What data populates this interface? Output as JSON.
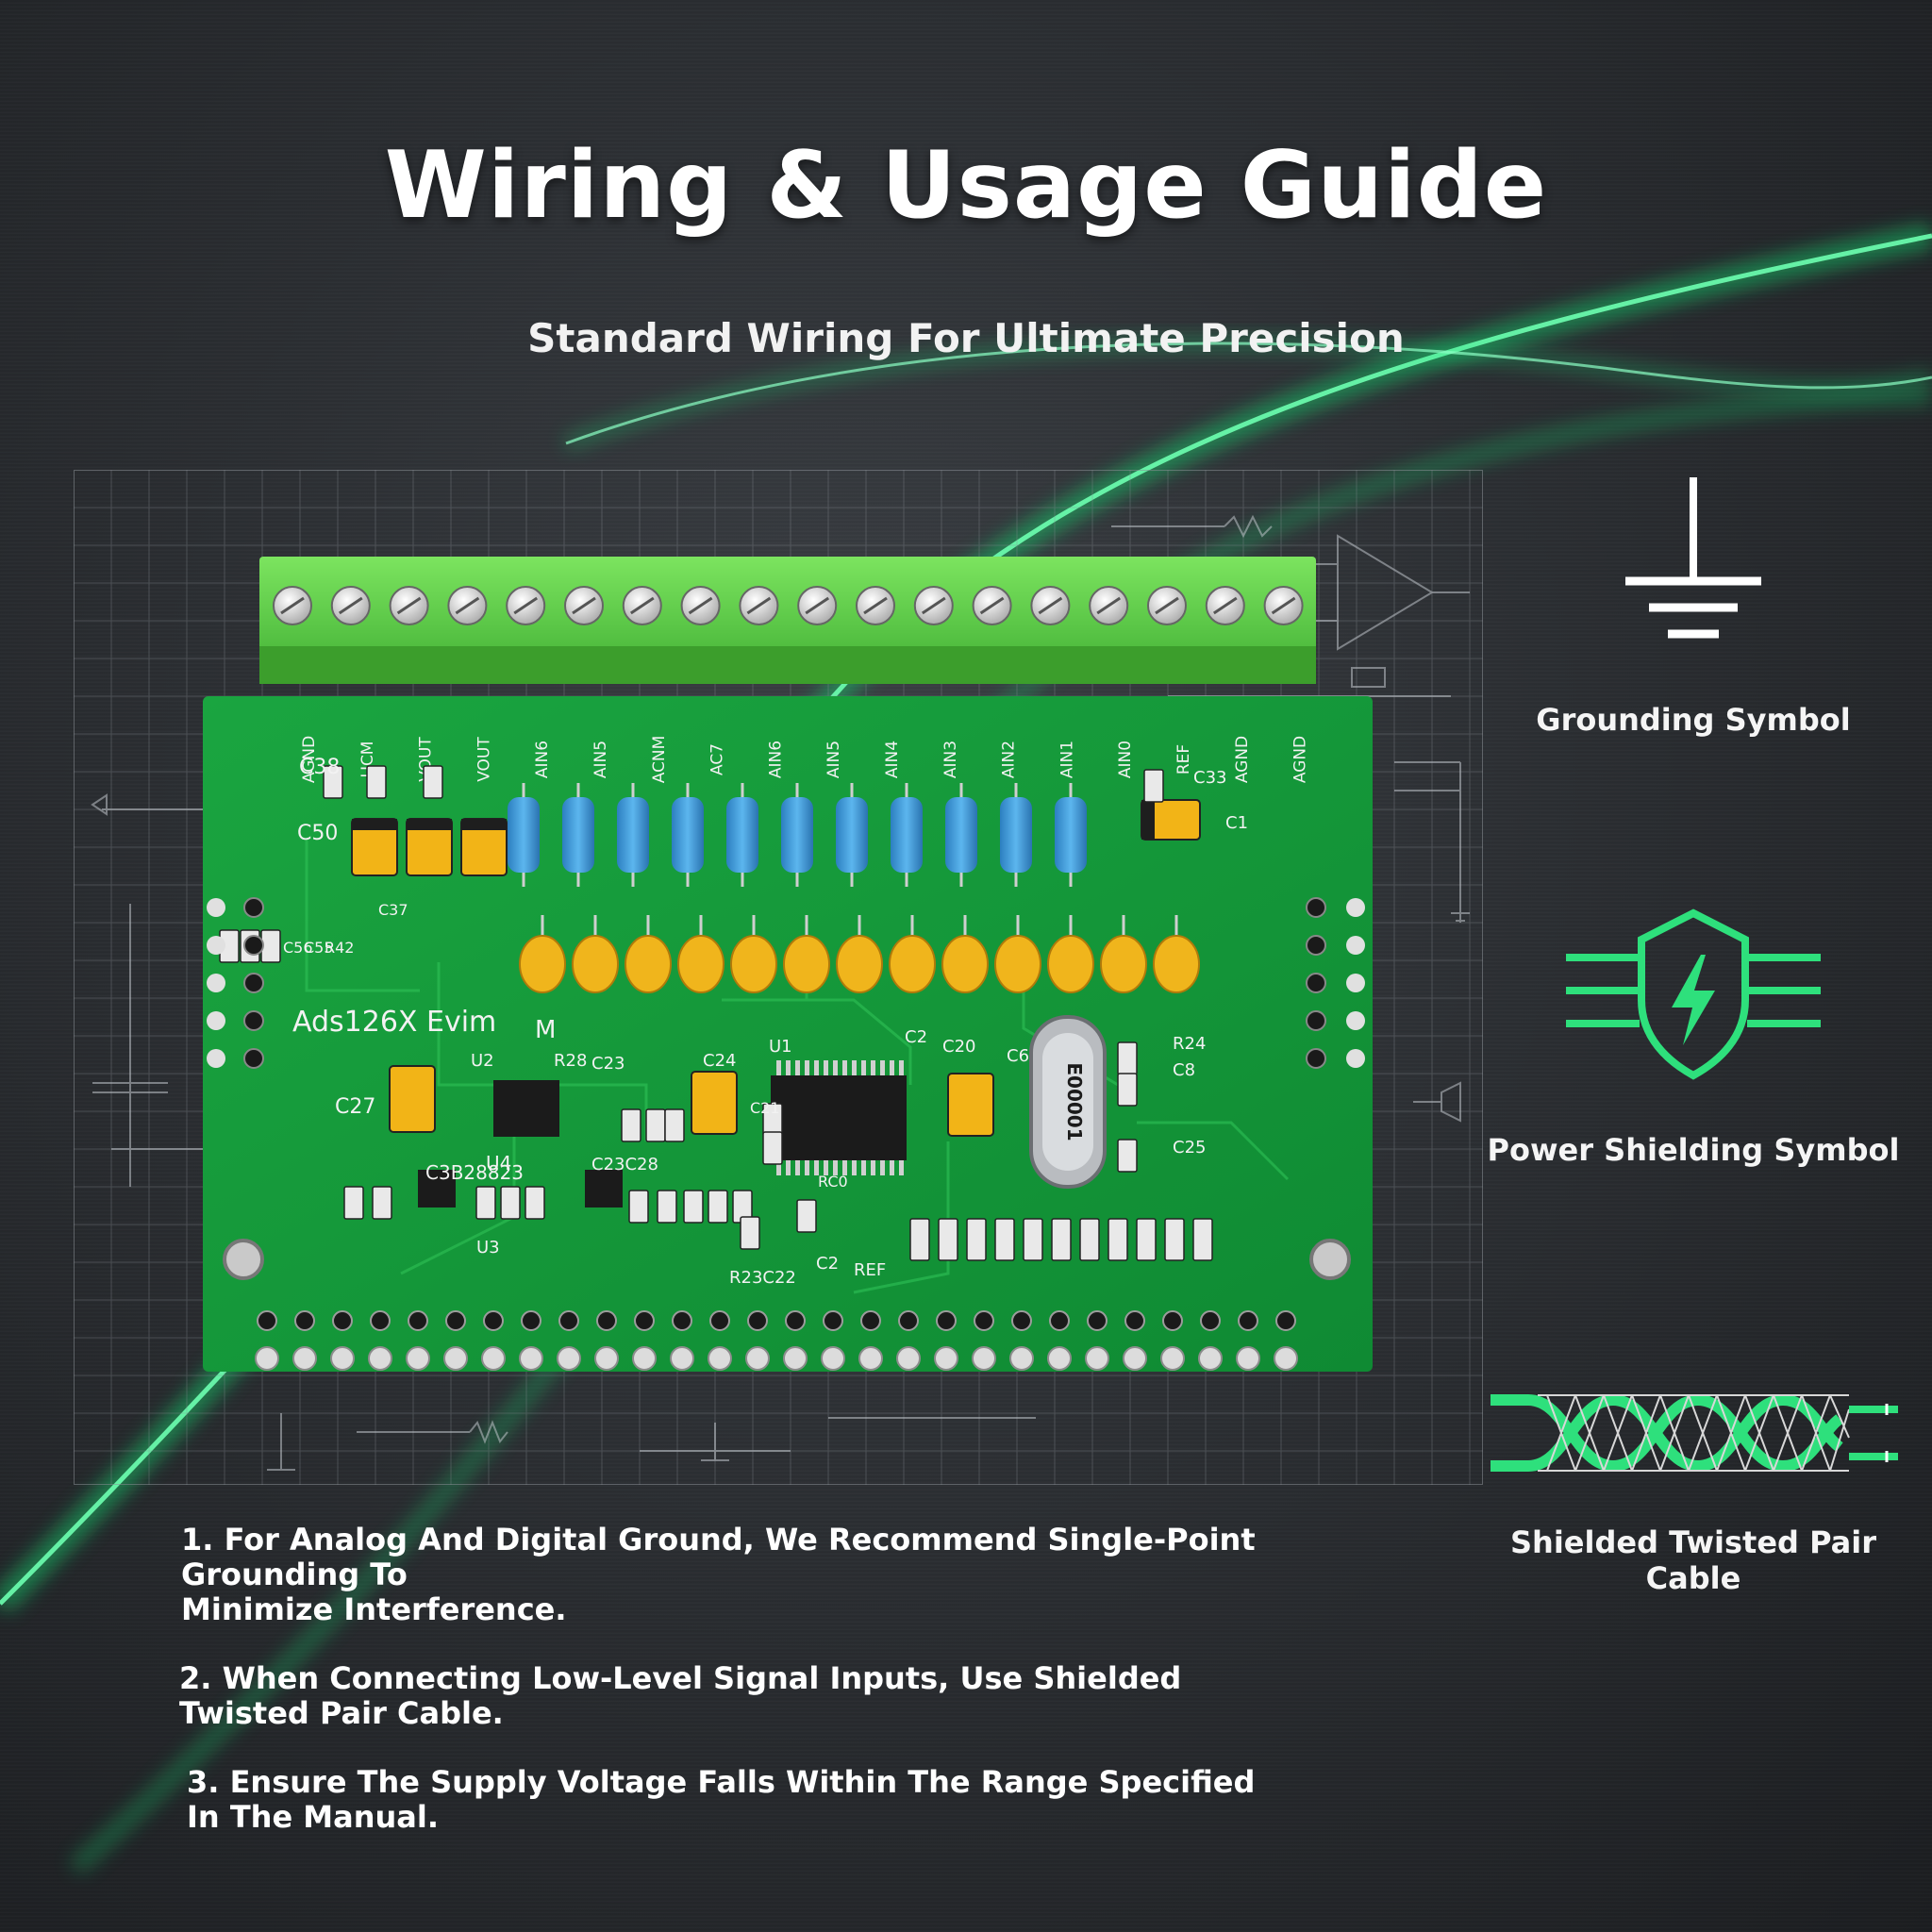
{
  "header": {
    "title": "Wiring & Usage Guide",
    "subtitle": "Standard Wiring For Ultimate Precision"
  },
  "board": {
    "name": "Ads126X Evim",
    "top_labels": [
      "AGND",
      "UCM",
      "VOUT",
      "VOUT",
      "AIN6",
      "AIN5",
      "ACNM",
      "AC7",
      "AIN6",
      "AIN5",
      "AIN4",
      "AIN3",
      "AIN2",
      "AIN1",
      "AIN0",
      "REF",
      "AGND",
      "AGND"
    ],
    "component_labels": [
      "C38",
      "C50",
      "C33",
      "C1",
      "C56",
      "C55",
      "R42",
      "C37",
      "C27",
      "U2",
      "R28",
      "C23",
      "C24",
      "C21",
      "U1",
      "C2",
      "C20",
      "C6",
      "R24",
      "C8",
      "C25",
      "U4",
      "C3B28823",
      "C23C28",
      "U3",
      "RC0",
      "R23C22",
      "REF",
      "C2",
      "M"
    ],
    "crystal_label": "E00001"
  },
  "legend": {
    "grounding_label": "Grounding Symbol",
    "shielding_label": "Power Shielding Symbol",
    "cable_label": "Shielded Twisted Pair Cable"
  },
  "notes": [
    "1. For Analog And Digital Ground, We Recommend Single-Point Grounding To\nMinimize Interference.",
    "2. When Connecting Low-Level Signal Inputs, Use Shielded\nTwisted Pair Cable.",
    "3. Ensure The Supply Voltage Falls Within The Range Specified\nIn The Manual."
  ],
  "colors": {
    "accent_green": "#2ee07c",
    "pcb_green": "#14a33a",
    "terminal_green": "#5fd14f",
    "background_dark": "#2b2e32"
  }
}
